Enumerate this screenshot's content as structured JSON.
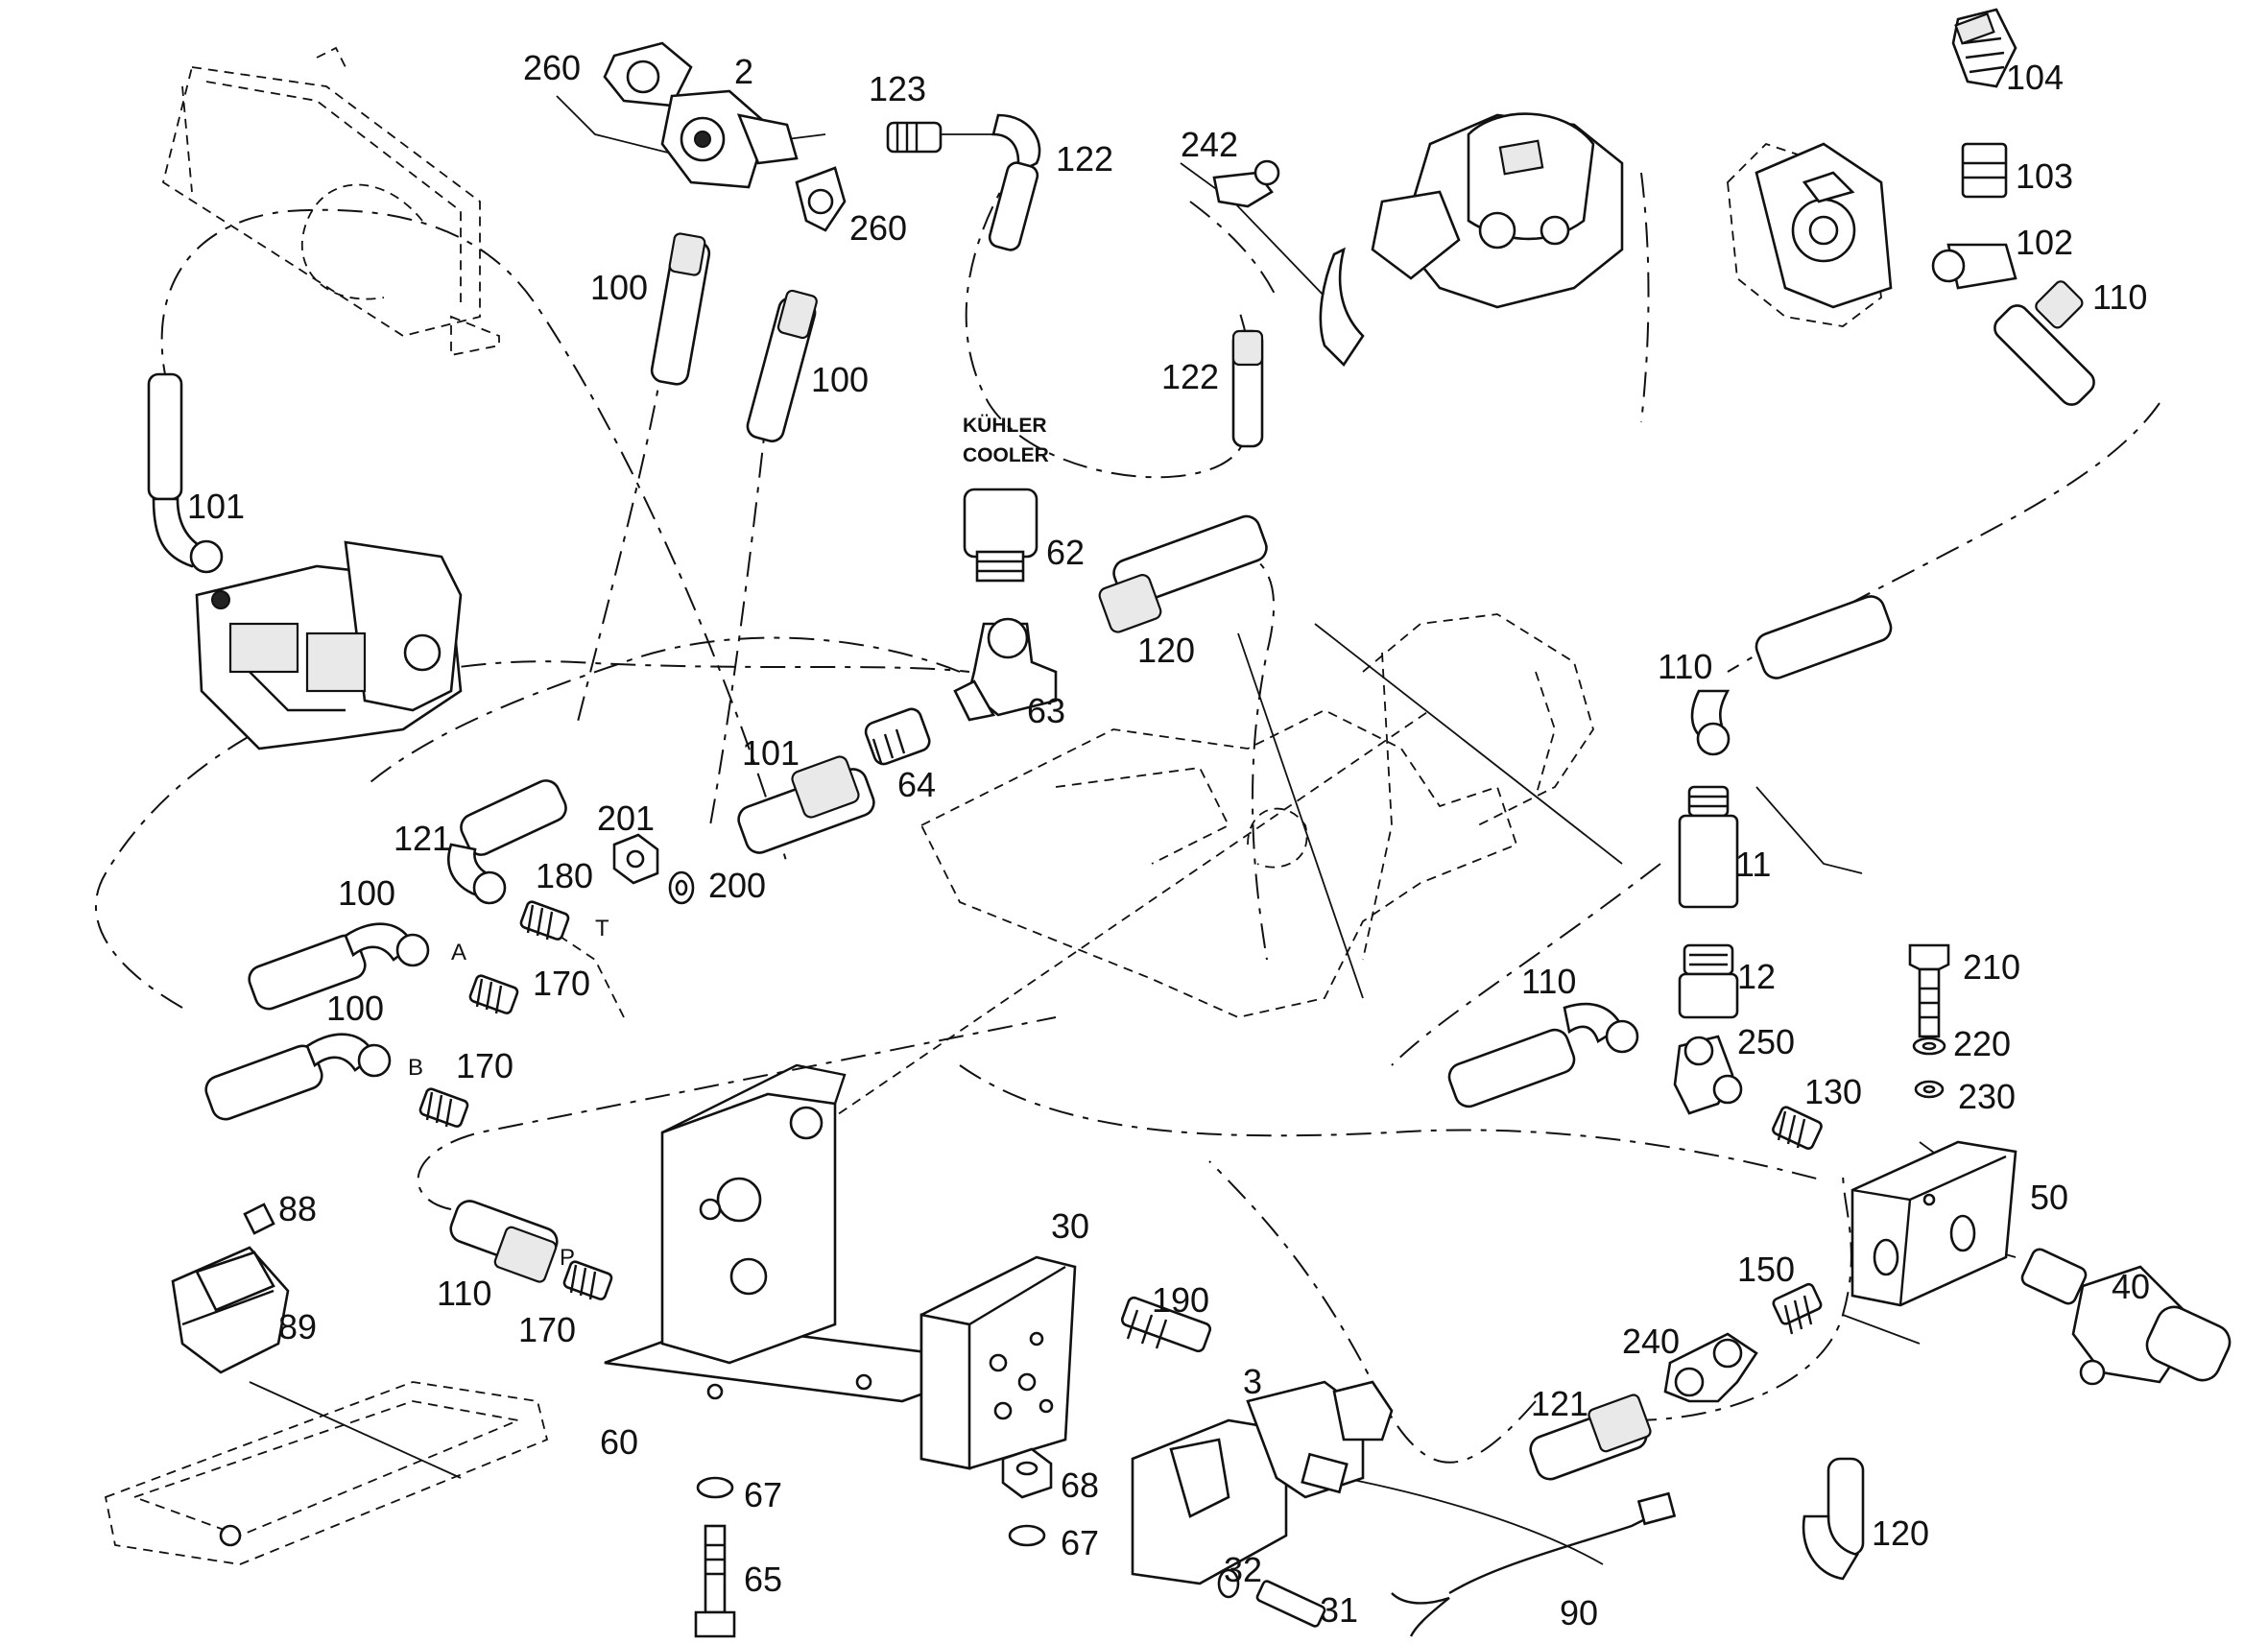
{
  "cooler_label_de": "KÜHLER",
  "cooler_label_en": "COOLER",
  "port_labels": {
    "a": "A",
    "b": "B",
    "p": "P",
    "t": "T"
  },
  "callouts": {
    "c260a": "260",
    "c2": "2",
    "c123": "123",
    "c122a": "122",
    "c260b": "260",
    "c242": "242",
    "c122b": "122",
    "c104": "104",
    "c103": "103",
    "c102": "102",
    "c110a": "110",
    "c100a": "100",
    "c100b": "100",
    "c101a": "101",
    "c62": "62",
    "c120a": "120",
    "c63": "63",
    "c101b": "101",
    "c64": "64",
    "c110b": "110",
    "c11": "11",
    "c121a": "121",
    "c201": "201",
    "c180": "180",
    "c200": "200",
    "c100c": "100",
    "c170a": "170",
    "c100d": "100",
    "c170b": "170",
    "c110c": "110",
    "c12": "12",
    "c210": "210",
    "c250": "250",
    "c220": "220",
    "c230": "230",
    "c130": "130",
    "c50": "50",
    "c88": "88",
    "c89": "89",
    "c30": "30",
    "c110d": "110",
    "c170c": "170",
    "c190": "190",
    "c150": "150",
    "c40": "40",
    "c3": "3",
    "c240": "240",
    "c121b": "121",
    "c60": "60",
    "c120b": "120",
    "c68": "68",
    "c67a": "67",
    "c67b": "67",
    "c65": "65",
    "c32": "32",
    "c31": "31",
    "c90": "90"
  }
}
